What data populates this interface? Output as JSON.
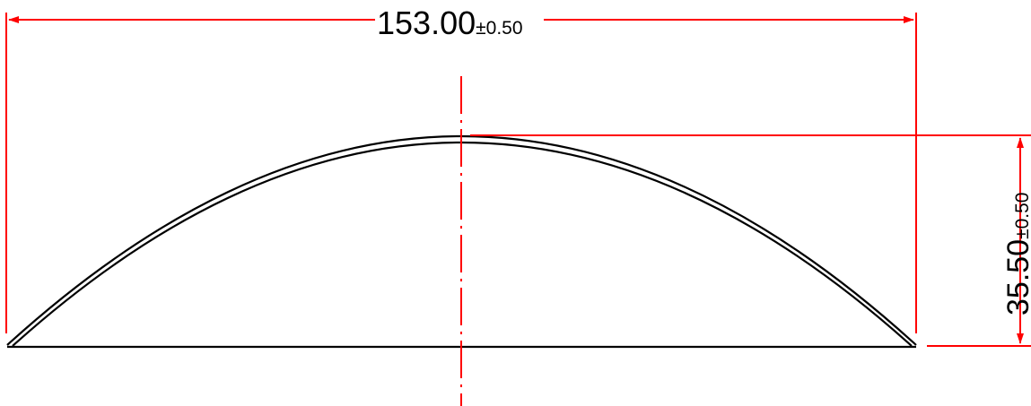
{
  "drawing": {
    "width_dimension": {
      "value": "153.00",
      "tolerance": "±0.50"
    },
    "height_dimension": {
      "value": "35.50",
      "tolerance": "±0.50"
    }
  },
  "colors": {
    "outline": "#000000",
    "dimension": "#ff0000",
    "centerline": "#ff0000",
    "background": "#ffffff"
  }
}
